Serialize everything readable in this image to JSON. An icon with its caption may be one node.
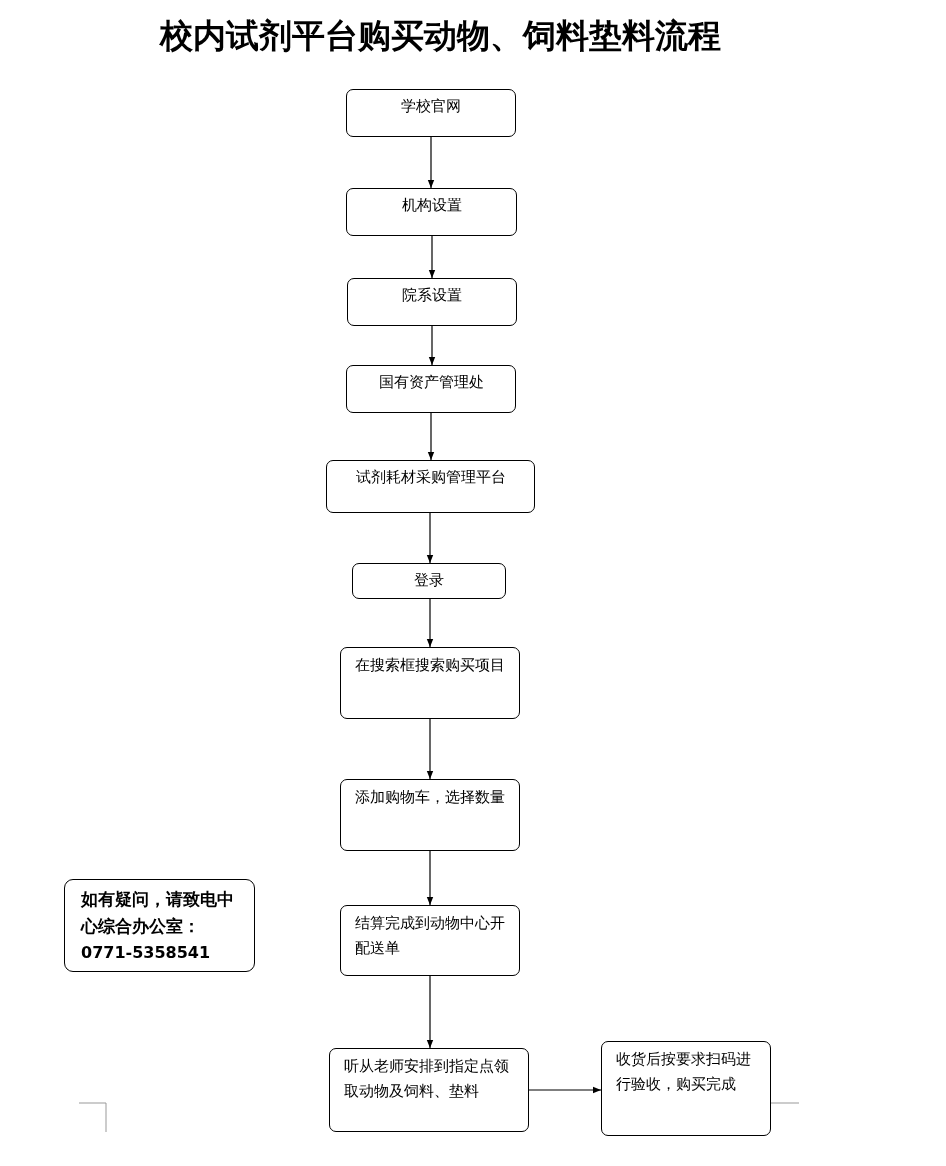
{
  "diagram": {
    "title": "校内试剂平台购买动物、饲料垫料流程",
    "nodes": [
      {
        "text": [
          "学校官网"
        ]
      },
      {
        "text": [
          "机构设置"
        ]
      },
      {
        "text": [
          "院系设置"
        ]
      },
      {
        "text": [
          "国有资产管理处"
        ]
      },
      {
        "text": [
          "试剂耗材采购管理平台"
        ]
      },
      {
        "text": [
          "登录"
        ]
      },
      {
        "text": [
          "在搜索框搜索购买项目"
        ]
      },
      {
        "text": [
          "添加购物车，选择数量"
        ]
      },
      {
        "text": [
          "结算完成到动物中心开配送单"
        ]
      },
      {
        "text": [
          "听从老师安排到指定点领取动物及饲料、垫料"
        ]
      },
      {
        "text": [
          "收货后按要求扫码进行验收，购买完成"
        ]
      },
      {
        "text": [
          "如有疑问，请致电中心综合办公室：",
          "0771-5358541"
        ]
      }
    ],
    "edges": [
      {
        "from": 0,
        "to": 1,
        "arrow": "to"
      },
      {
        "from": 1,
        "to": 2,
        "arrow": "to"
      },
      {
        "from": 2,
        "to": 3,
        "arrow": "to"
      },
      {
        "from": 3,
        "to": 4,
        "arrow": "to"
      },
      {
        "from": 4,
        "to": 5,
        "arrow": "to"
      },
      {
        "from": 5,
        "to": 6,
        "arrow": "to"
      },
      {
        "from": 6,
        "to": 7,
        "arrow": "to"
      },
      {
        "from": 7,
        "to": 8,
        "arrow": "to"
      },
      {
        "from": 8,
        "to": 9,
        "arrow": "to"
      },
      {
        "from": 9,
        "to": 10,
        "arrow": "to"
      }
    ]
  }
}
